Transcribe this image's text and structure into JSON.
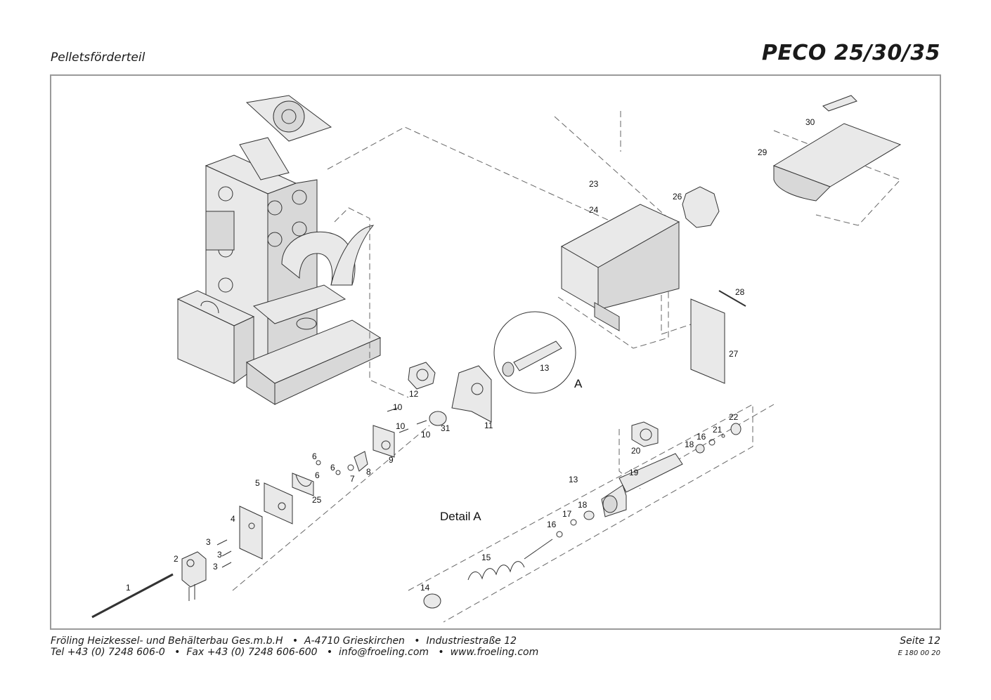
{
  "header": {
    "section_title": "Pelletsförderteil",
    "model_title": "PECO 25/30/35"
  },
  "drawing": {
    "detail_label": "A",
    "detail_title": "Detail A",
    "part_numbers": [
      "1",
      "2",
      "3",
      "3",
      "3",
      "4",
      "5",
      "6",
      "6",
      "6",
      "7",
      "8",
      "9",
      "10",
      "10",
      "10",
      "11",
      "12",
      "13",
      "13",
      "31",
      "25",
      "14",
      "15",
      "16",
      "16",
      "17",
      "18",
      "18",
      "19",
      "20",
      "21",
      "22",
      "23",
      "24",
      "26",
      "27",
      "28",
      "29",
      "30"
    ]
  },
  "footer": {
    "line1": "Fröling Heizkessel- und Behälterbau Ges.m.b.H   •  A-4710 Grieskirchen   •  Industriestraße 12",
    "line2": "Tel +43 (0) 7248 606-0   •  Fax +43 (0) 7248 606-600   •  info@froeling.com   •  www.froeling.com",
    "page": "Seite 12",
    "doc_code": "E 180 00 20"
  }
}
